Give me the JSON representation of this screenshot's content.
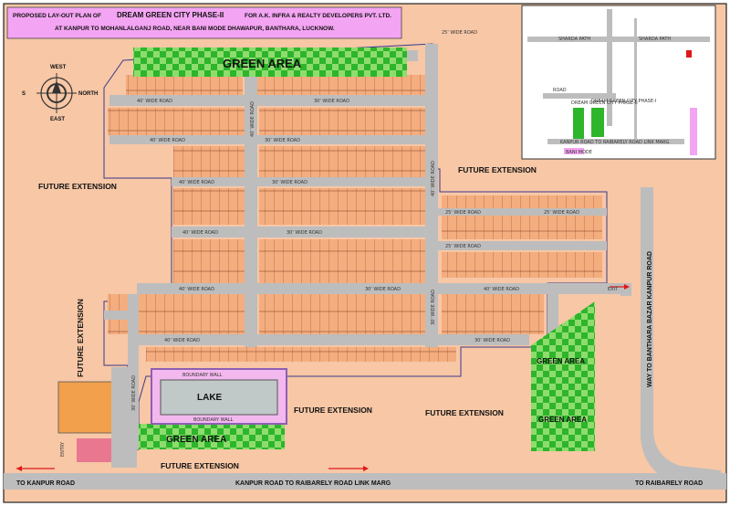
{
  "header": {
    "line1_prefix": "PROPOSED LAY-OUT PLAN OF",
    "project_name": "DREAM GREEN CITY PHASE-II",
    "line1_suffix": "FOR A.K. INFRA & REALTY DEVELOPERS PVT. LTD.",
    "line2": "AT KANPUR TO MOHANLALGANJ ROAD, NEAR BANI MODE DHAWAPUR, BANTHARA, LUCKNOW."
  },
  "compass": {
    "top": "WEST",
    "left": "S",
    "right": "NORTH",
    "bottom": "EAST"
  },
  "areas": {
    "green_top": "GREEN AREA",
    "green_bottom": "GREEN AREA",
    "green_right_1": "GREEN AREA",
    "green_right_2": "GREEN AREA",
    "lake": "LAKE",
    "lake_top_label": "BOUNDARY WALL",
    "lake_bottom_label": "BOUNDARY WALL"
  },
  "future_extension": {
    "west": "FUTURE EXTENSION",
    "vertical": "FUTURE EXTENSION",
    "north_east": "FUTURE EXTENSION",
    "south_center": "FUTURE EXTENSION",
    "south_east": "FUTURE EXTENSION",
    "bottom": "FUTURE EXTENSION"
  },
  "roads": {
    "r1": "25' WIDE ROAD",
    "r2": "40' WIDE ROAD",
    "r3": "30' WIDE ROAD",
    "r4": "40' WIDE ROAD",
    "r5": "30' WIDE ROAD",
    "r6": "40' WIDE ROAD",
    "r7": "30' WIDE ROAD",
    "r8": "25' WIDE ROAD",
    "r9": "25' WIDE ROAD",
    "r10": "40' WIDE ROAD",
    "r11": "30' WIDE ROAD",
    "r12": "25' WIDE ROAD",
    "r13": "40' WIDE ROAD",
    "r14": "30' WIDE ROAD",
    "r15": "40' WIDE ROAD",
    "r16": "40' WIDE ROAD",
    "r17": "30' WIDE ROAD",
    "v1": "40' WIDE ROAD",
    "v2": "40' WIDE ROAD",
    "v3": "30' WIDE ROAD",
    "v4": "30' WIDE ROAD",
    "exit": "EXIT",
    "entry": "ENTRY"
  },
  "main_roads": {
    "to_kanpur": "TO KANPUR ROAD",
    "link_marg": "KANPUR ROAD TO RAIBARELY ROAD LINK MARG",
    "to_raibarely": "TO RAIBARELY ROAD",
    "bazar_road": "WAY TO BANTHARA BAZAR KANPUR ROAD"
  },
  "inset": {
    "road_top": "SHARDA PATH",
    "road_top_right": "SHARDA PATH",
    "road_left": "ROAD",
    "site1": "DREAM GREEN CITY PHASE-II",
    "site2": "DREAM GREEN CITY PHASE-I",
    "bottom_road": "KANPUR ROAD TO RAIBARELY ROAD LINK MARG",
    "bottom_mark": "BANI MODE"
  },
  "colors": {
    "background": "#f7c7a6",
    "plot": "#f4ad7e",
    "road": "#bdbdbd",
    "green_light": "#9bdc7a",
    "green_dark": "#2db52b",
    "lake": "#c0c8c8",
    "lake_border": "#8e5fb4",
    "header_bg": "#f3a4f2",
    "orange_block": "#f2a04c",
    "pink_block": "#e8778f"
  }
}
